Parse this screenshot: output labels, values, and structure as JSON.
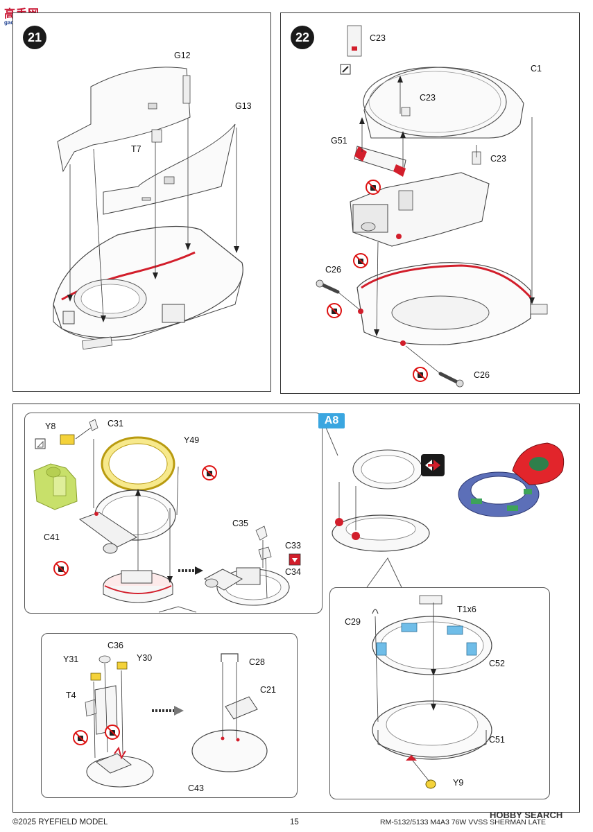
{
  "watermark": {
    "logo_text": "高手网",
    "logo_sub": "gao-shou.com"
  },
  "steps": {
    "step21": {
      "number": "21",
      "labels": {
        "g12": "G12",
        "g13": "G13",
        "t7": "T7"
      }
    },
    "step22": {
      "number": "22",
      "labels": {
        "c23a": "C23",
        "c1": "C1",
        "c23b": "C23",
        "g51": "G51",
        "c23c": "C23",
        "c26a": "C26",
        "c26b": "C26"
      }
    },
    "step23": {
      "variant_badge": "A8",
      "labels": {
        "y8": "Y8",
        "c31": "C31",
        "y49": "Y49",
        "c41": "C41",
        "c35": "C35",
        "c33": "C33",
        "c34": "C34",
        "c36": "C36",
        "y31": "Y31",
        "y30": "Y30",
        "t4": "T4",
        "c28": "C28",
        "c21": "C21",
        "c43": "C43",
        "t1x6": "T1x6",
        "c29": "C29",
        "c52": "C52",
        "c51": "C51",
        "y9": "Y9"
      }
    }
  },
  "footer": {
    "copyright": "©2025 RYEFIELD MODEL",
    "page_number": "15",
    "product": "RM-5132/5133 M4A3 76W VVSS SHERMAN LATE",
    "watermark_right": "HOBBY SEARCH"
  }
}
